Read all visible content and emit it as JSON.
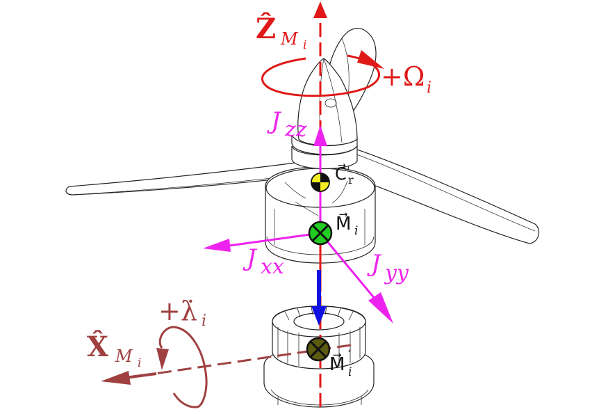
{
  "colors": {
    "z_axis": "#e01818",
    "x_axis": "#a04040",
    "inertia": "#ee22ee",
    "force": "#1010e0",
    "outline": "#222222",
    "cr_marker": "#f2ee22",
    "mi_marker": "#22cc22",
    "mi_prime_marker": "#5a5a10"
  },
  "labels": {
    "z_axis": {
      "base": "Ẑ",
      "sub": "M",
      "sub_i": "i"
    },
    "omega": {
      "text": "+Ω",
      "sub": "i"
    },
    "x_axis": {
      "base": "X̂",
      "sub": "M",
      "sub_i": "i"
    },
    "lambda": {
      "text": "+λ̇",
      "sub": "i"
    },
    "jzz": {
      "base": "J",
      "sub": "zz"
    },
    "jxx": {
      "base": "J",
      "sub": "xx"
    },
    "jyy": {
      "base": "J",
      "sub": "yy"
    },
    "cr": {
      "base": "C⃗",
      "sub": "r"
    },
    "mi": {
      "base": "M⃗",
      "sub": "i"
    },
    "mi_prime": {
      "base": "M⃗",
      "sub": "i",
      "prime": "′"
    }
  },
  "icons": {
    "propeller": "propeller-outline",
    "motor": "motor-outline",
    "mount": "mount-outline"
  }
}
